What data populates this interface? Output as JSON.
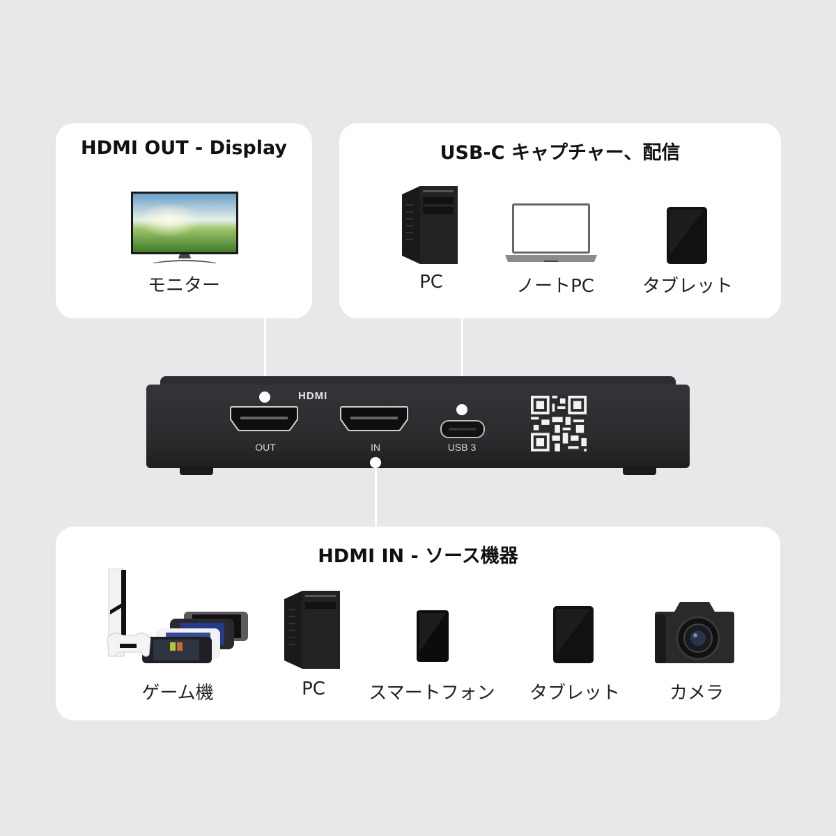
{
  "colors": {
    "background": "#e8e7ea",
    "card": "#ffffff",
    "device_body": "#2d2c30",
    "connector": "#ffffff"
  },
  "hdmi_out_card": {
    "title": "HDMI OUT - Display",
    "items": [
      {
        "label": "モニター",
        "icon": "monitor-icon"
      }
    ]
  },
  "usbc_card": {
    "title": "USB-C キャプチャー、配信",
    "items": [
      {
        "label": "PC",
        "icon": "pc-tower-icon"
      },
      {
        "label": "ノートPC",
        "icon": "laptop-icon"
      },
      {
        "label": "タブレット",
        "icon": "tablet-icon"
      }
    ]
  },
  "device": {
    "logo": "HDMI",
    "ports": [
      {
        "label": "OUT",
        "type": "hdmi"
      },
      {
        "label": "IN",
        "type": "hdmi"
      },
      {
        "label": "USB 3",
        "type": "usb-c"
      }
    ],
    "qr_code": "qr-code"
  },
  "hdmi_in_card": {
    "title": "HDMI IN - ソース機器",
    "items": [
      {
        "label": "ゲーム機",
        "icon": "game-consoles-icon"
      },
      {
        "label": "PC",
        "icon": "pc-tower-icon"
      },
      {
        "label": "スマートフォン",
        "icon": "smartphone-icon"
      },
      {
        "label": "タブレット",
        "icon": "tablet-icon"
      },
      {
        "label": "カメラ",
        "icon": "camera-icon"
      }
    ]
  }
}
